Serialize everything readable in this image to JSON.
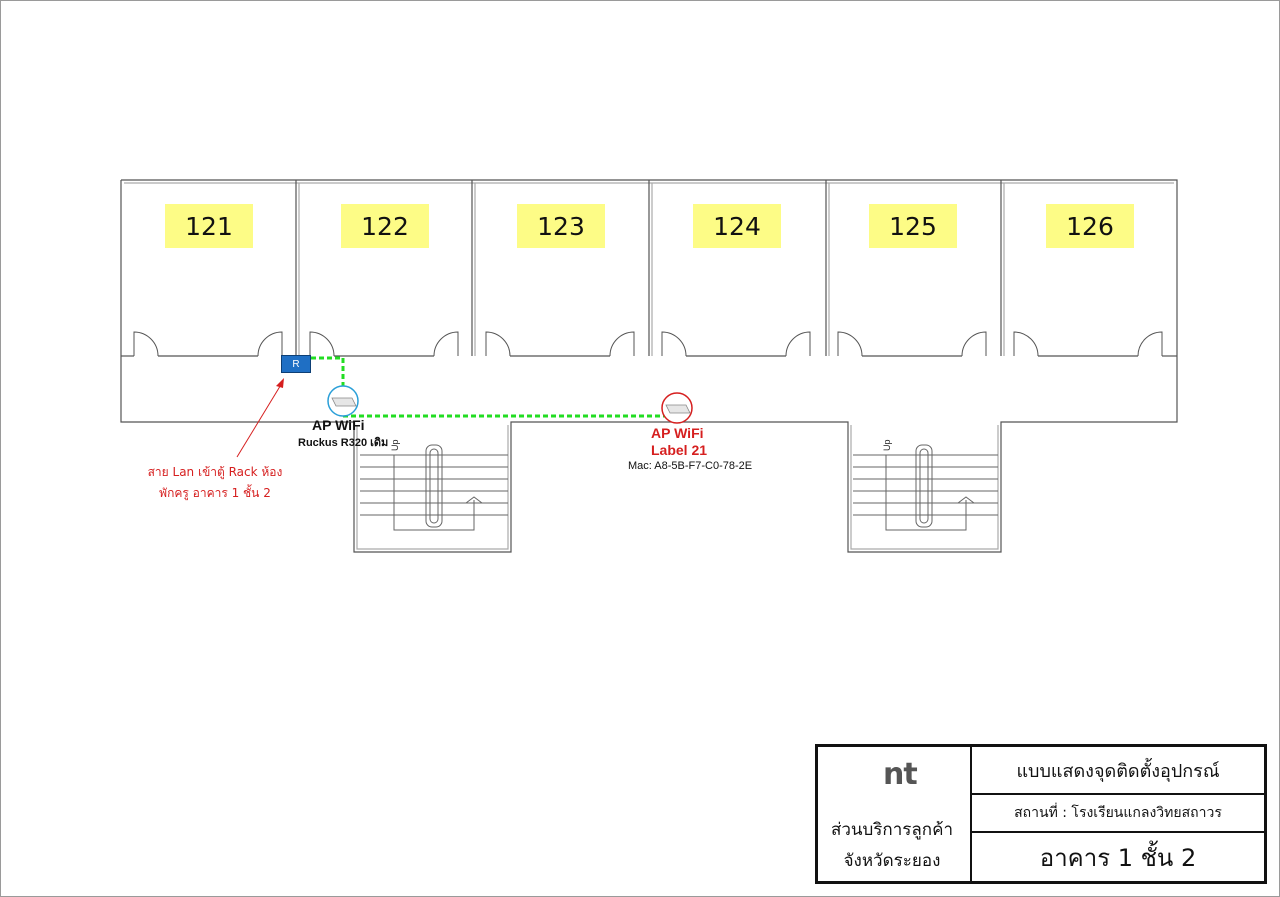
{
  "rooms": [
    "121",
    "122",
    "123",
    "124",
    "125",
    "126"
  ],
  "rack": {
    "label": "R"
  },
  "ap_existing": {
    "title": "AP WiFi",
    "model": "Ruckus R320 เดิม"
  },
  "ap_new": {
    "title": "AP WiFi",
    "label": "Label 21",
    "mac": "Mac: A8-5B-F7-C0-78-2E"
  },
  "lan_note": {
    "line1": "สาย Lan เข้าตู้ Rack ห้อง",
    "line2": "พักครู อาคาร 1 ชั้น 2"
  },
  "stairs": {
    "up_label": "Up"
  },
  "title_block": {
    "logo_text": "nt",
    "department_line1": "ส่วนบริการลูกค้า",
    "department_line2": "จังหวัดระยอง",
    "drawing_title": "แบบแสดงจุดติดตั้งอุปกรณ์",
    "location": "สถานที่ : โรงเรียนแกลงวิทยสถาวร",
    "building_floor": "อาคาร 1 ชั้น 2"
  },
  "colors": {
    "cable": "#22dd22",
    "room_label_bg": "#fdfc86",
    "rack": "#1f6fc4",
    "new_ap_marker": "#d61f1f",
    "existing_ap_marker": "#2a9fd8",
    "logo_accent": "#f2c400"
  },
  "icons": [
    "access-point-icon",
    "rack-icon",
    "arrow-icon",
    "door-swing-icon",
    "stair-icon"
  ]
}
